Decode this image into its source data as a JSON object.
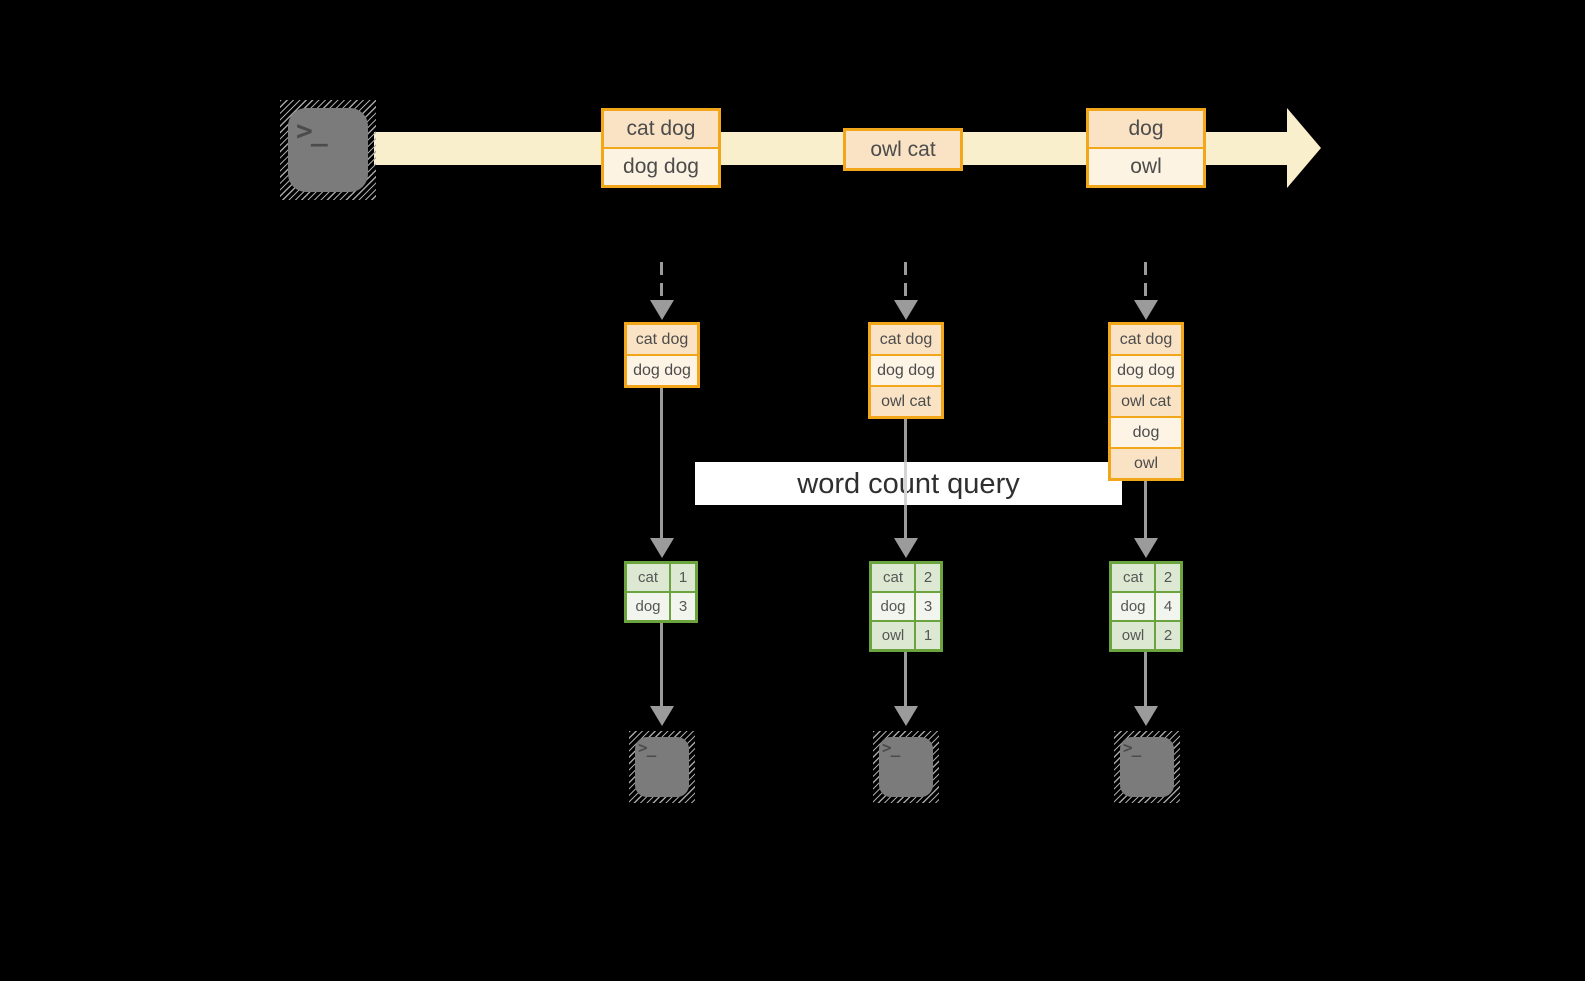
{
  "diagram": {
    "query_banner": "word count query",
    "terminal_glyph": ">_",
    "stream_events": [
      {
        "lines": [
          "cat dog",
          "dog dog"
        ]
      },
      {
        "lines": [
          "owl cat"
        ]
      },
      {
        "lines": [
          "dog",
          "owl"
        ]
      }
    ],
    "columns": [
      {
        "buffer": [
          "cat dog",
          "dog dog"
        ],
        "counts": [
          [
            "cat",
            "1"
          ],
          [
            "dog",
            "3"
          ]
        ]
      },
      {
        "buffer": [
          "cat dog",
          "dog dog",
          "owl cat"
        ],
        "counts": [
          [
            "cat",
            "2"
          ],
          [
            "dog",
            "3"
          ],
          [
            "owl",
            "1"
          ]
        ]
      },
      {
        "buffer": [
          "cat dog",
          "dog dog",
          "owl cat",
          "dog",
          "owl"
        ],
        "counts": [
          [
            "cat",
            "2"
          ],
          [
            "dog",
            "4"
          ],
          [
            "owl",
            "2"
          ]
        ]
      }
    ],
    "colors": {
      "background": "#000000",
      "stream_band": "#FAEFCD",
      "event_border": "#F2A71B",
      "event_fill_dark": "#FAE3C5",
      "event_fill_light": "#FDF4E6",
      "table_border": "#6BA43F",
      "table_fill_dark": "#DDE8D2",
      "table_fill_light": "#F1F5ED",
      "arrow_gray": "#9B9B9B",
      "terminal_gray": "#7B7B7B",
      "banner_bg": "#FFFFFF"
    }
  }
}
